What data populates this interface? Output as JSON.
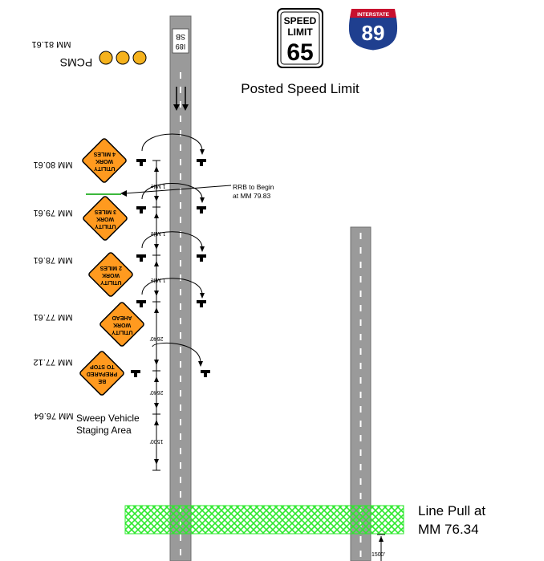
{
  "route_label": "I89 SB",
  "route_label_parts": [
    "I89",
    "SB"
  ],
  "speed_sign": {
    "line1": "SPEED",
    "line2": "LIMIT",
    "value": "65"
  },
  "interstate_shield": {
    "top": "INTERSTATE",
    "number": "89"
  },
  "posted_speed_caption": "Posted Speed Limit",
  "pcms": {
    "label": "PCMS",
    "milemarker": "MM 81.61"
  },
  "signs": [
    {
      "lines": [
        "UTILITY",
        "WORK",
        "4 MILES"
      ],
      "milemarker": "MM 80.61"
    },
    {
      "lines": [
        "UTILITY",
        "WORK",
        "3 MILES"
      ],
      "milemarker": "MM 79.61"
    },
    {
      "lines": [
        "UTILITY",
        "WORK",
        "2 MILES"
      ],
      "milemarker": "MM 78.61"
    },
    {
      "lines": [
        "UTILITY",
        "WORK",
        "AHEAD"
      ],
      "milemarker": "MM 77.61"
    },
    {
      "lines": [
        "BE",
        "PREPARED",
        "TO STOP"
      ],
      "milemarker": "MM 77.12"
    }
  ],
  "spacing_labels": [
    "1 Mile",
    "1 Mile",
    "1 Mile",
    "2640'",
    "2640'",
    "1500'"
  ],
  "rrb_note": {
    "line1": "RRB to Begin",
    "line2": "at MM 79.83"
  },
  "sweep_vehicle": {
    "milemarker": "MM 76.64",
    "line1": "Sweep Vehicle",
    "line2": "Staging Area"
  },
  "line_pull": {
    "line1": "Line Pull at",
    "line2": "MM 76.34",
    "distance": "1500'"
  },
  "colors": {
    "road": "#9a9a9a",
    "road_edge": "#6f6f6f",
    "sign_orange": "#ff9a1f",
    "pcms_light": "#f5b21d",
    "green_hatch": "#2ee82e",
    "marker_line": "#3cb83c",
    "shield_blue": "#1f3f8f",
    "shield_red": "#c8102e"
  },
  "icons": [
    "speed-limit-sign",
    "interstate-shield-icon",
    "pcms-lights-icon",
    "channelizer-icon",
    "direction-arrow-icon"
  ]
}
